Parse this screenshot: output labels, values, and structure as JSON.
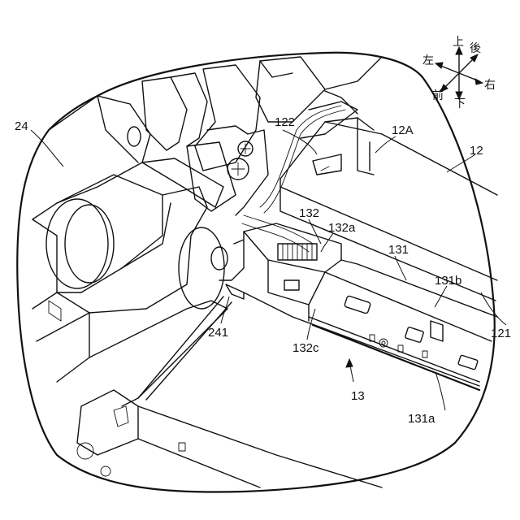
{
  "labels": {
    "l24": "24",
    "l122": "122",
    "l12A": "12A",
    "l12": "12",
    "l132": "132",
    "l132a": "132a",
    "l131": "131",
    "l131b": "131b",
    "l121": "121",
    "l241": "241",
    "l132c": "132c",
    "l13": "13",
    "l131a": "131a"
  },
  "compass": {
    "up": "上",
    "back": "後",
    "left": "左",
    "right": "右",
    "front": "前",
    "down": "下"
  }
}
